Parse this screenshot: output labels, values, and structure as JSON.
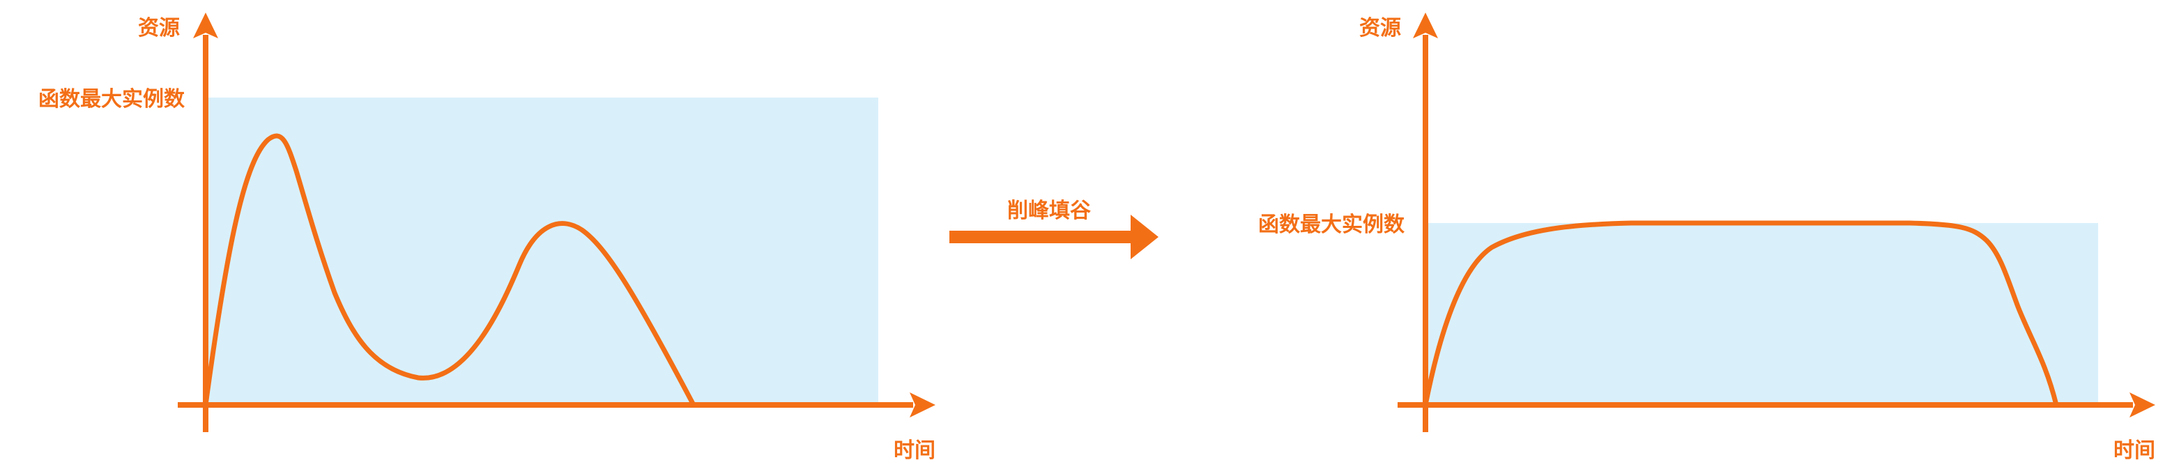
{
  "colors": {
    "accent": "#f36f16",
    "capacity_fill": "#d9f0fb"
  },
  "left_chart": {
    "y_axis_label": "资源",
    "x_axis_label": "时间",
    "capacity_label": "函数最大实例数"
  },
  "transform": {
    "label": "削峰填谷",
    "arrow_icon": "right-arrow-icon"
  },
  "right_chart": {
    "y_axis_label": "资源",
    "x_axis_label": "时间",
    "capacity_label": "函数最大实例数"
  }
}
